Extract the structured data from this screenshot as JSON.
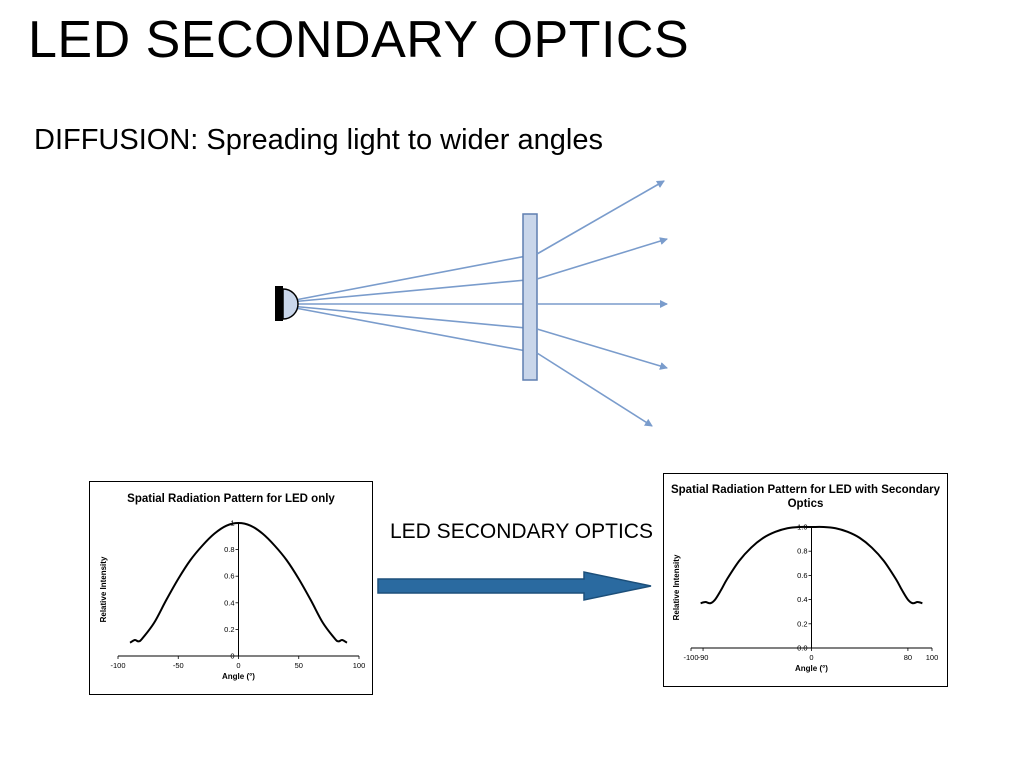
{
  "slide": {
    "title": "LED SECONDARY OPTICS",
    "subtitle": "DIFFUSION: Spreading light to wider angles",
    "arrow_label": "LED SECONDARY OPTICS"
  },
  "colors": {
    "ray": "#7a9ccc",
    "diffuser_fill": "#c9d6ea",
    "diffuser_stroke": "#5f7fb0",
    "arrow_fill": "#2a6aa0",
    "led_body": "#000000",
    "led_dome": "#c9d6ea"
  },
  "icons": [
    "led-emitter-icon",
    "diffuser-plate-icon",
    "right-arrow-icon"
  ],
  "charts": [
    {
      "title": "Spatial Radiation Pattern for LED only",
      "ylabel": "Relative Intensity",
      "xlabel": "Angle (°)",
      "y_ticks": [
        "0",
        "0.2",
        "0.4",
        "0.6",
        "0.8",
        "1"
      ],
      "x_ticks": [
        "-100",
        "-50",
        "0",
        "50",
        "100"
      ]
    },
    {
      "title": "Spatial Radiation Pattern for LED with Secondary Optics",
      "ylabel": "Relative Intensity",
      "xlabel": "Angle (°)",
      "y_ticks": [
        "0.0",
        "0.2",
        "0.4",
        "0.6",
        "0.8",
        "1.0"
      ],
      "x_ticks": [
        "-100",
        "-90",
        "0",
        "80",
        "100"
      ]
    }
  ],
  "chart_data": [
    {
      "type": "line",
      "title": "Spatial Radiation Pattern for LED only",
      "xlabel": "Angle (°)",
      "ylabel": "Relative Intensity",
      "xlim": [
        -100,
        100
      ],
      "ylim": [
        0,
        1
      ],
      "x_ticks": [
        -100,
        -50,
        0,
        50,
        100
      ],
      "y_ticks": [
        0,
        0.2,
        0.4,
        0.6,
        0.8,
        1
      ],
      "series": [
        {
          "x": [
            -90,
            -86,
            -83,
            -80,
            -70,
            -60,
            -50,
            -40,
            -30,
            -20,
            -10,
            0,
            10,
            20,
            30,
            40,
            50,
            60,
            70,
            80,
            83,
            86,
            90
          ],
          "y": [
            0.1,
            0.12,
            0.11,
            0.13,
            0.25,
            0.42,
            0.58,
            0.72,
            0.83,
            0.92,
            0.98,
            1.0,
            0.98,
            0.92,
            0.83,
            0.72,
            0.58,
            0.42,
            0.25,
            0.13,
            0.11,
            0.12,
            0.1
          ]
        }
      ]
    },
    {
      "type": "line",
      "title": "Spatial Radiation Pattern for LED with Secondary Optics",
      "xlabel": "Angle (°)",
      "ylabel": "Relative Intensity",
      "xlim": [
        -100,
        100
      ],
      "ylim": [
        0,
        1
      ],
      "x_ticks": [
        -100,
        -90,
        0,
        80,
        100
      ],
      "y_ticks": [
        0,
        0.2,
        0.4,
        0.6,
        0.8,
        1
      ],
      "series": [
        {
          "x": [
            -92,
            -88,
            -84,
            -80,
            -75,
            -70,
            -60,
            -50,
            -40,
            -30,
            -20,
            -10,
            0,
            10,
            20,
            30,
            40,
            50,
            60,
            70,
            75,
            80,
            84,
            88,
            92
          ],
          "y": [
            0.37,
            0.38,
            0.37,
            0.4,
            0.48,
            0.57,
            0.72,
            0.83,
            0.91,
            0.96,
            0.99,
            1.0,
            1.0,
            1.0,
            0.99,
            0.96,
            0.91,
            0.83,
            0.72,
            0.57,
            0.48,
            0.4,
            0.37,
            0.38,
            0.37
          ]
        }
      ]
    }
  ]
}
